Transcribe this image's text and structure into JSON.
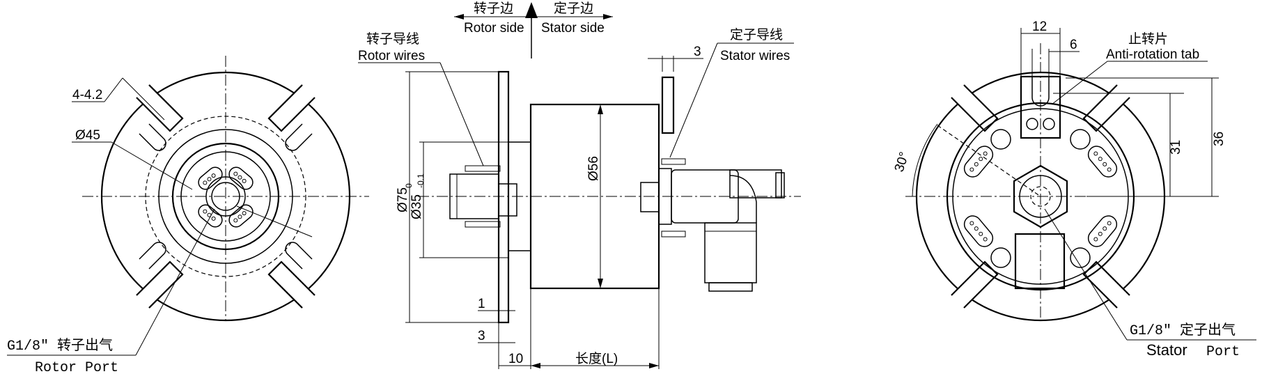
{
  "direction": {
    "rotor_side_cn": "转子边",
    "stator_side_cn": "定子边",
    "rotor_side_en": "Rotor side",
    "stator_side_en": "Stator  side"
  },
  "left_view": {
    "hole_label": "4-4.2",
    "circle_label": "Ø45",
    "port_cn": "G1/8″ 转子出气",
    "port_en": "Rotor Port"
  },
  "side_view": {
    "rotor_wires_cn": "转子导线",
    "rotor_wires_en": "Rotor wires",
    "stator_wires_cn": "定子导线",
    "stator_wires_en": "Stator wires",
    "dim_flange_gap": "3",
    "dim_outer_dia": "Ø75",
    "dim_shaft_dia": "Ø35",
    "dim_shaft_tol_upper": "0",
    "dim_shaft_tol_lower": "-0.1",
    "dim_body_dia": "Ø56",
    "dim_step": "1",
    "dim_flange_thk": "3",
    "dim_offset": "10",
    "dim_length": "长度(L)"
  },
  "right_view": {
    "dim_tab_width": "12",
    "dim_tab_slot": "6",
    "tab_cn": "止转片",
    "tab_en": "Anti-rotation tab",
    "dim_angle": "30°",
    "dim_height_a": "31",
    "dim_height_b": "36",
    "port_cn": "G1/8″ 定子出气",
    "port_en_a": "Stator",
    "port_en_b": "Port"
  }
}
